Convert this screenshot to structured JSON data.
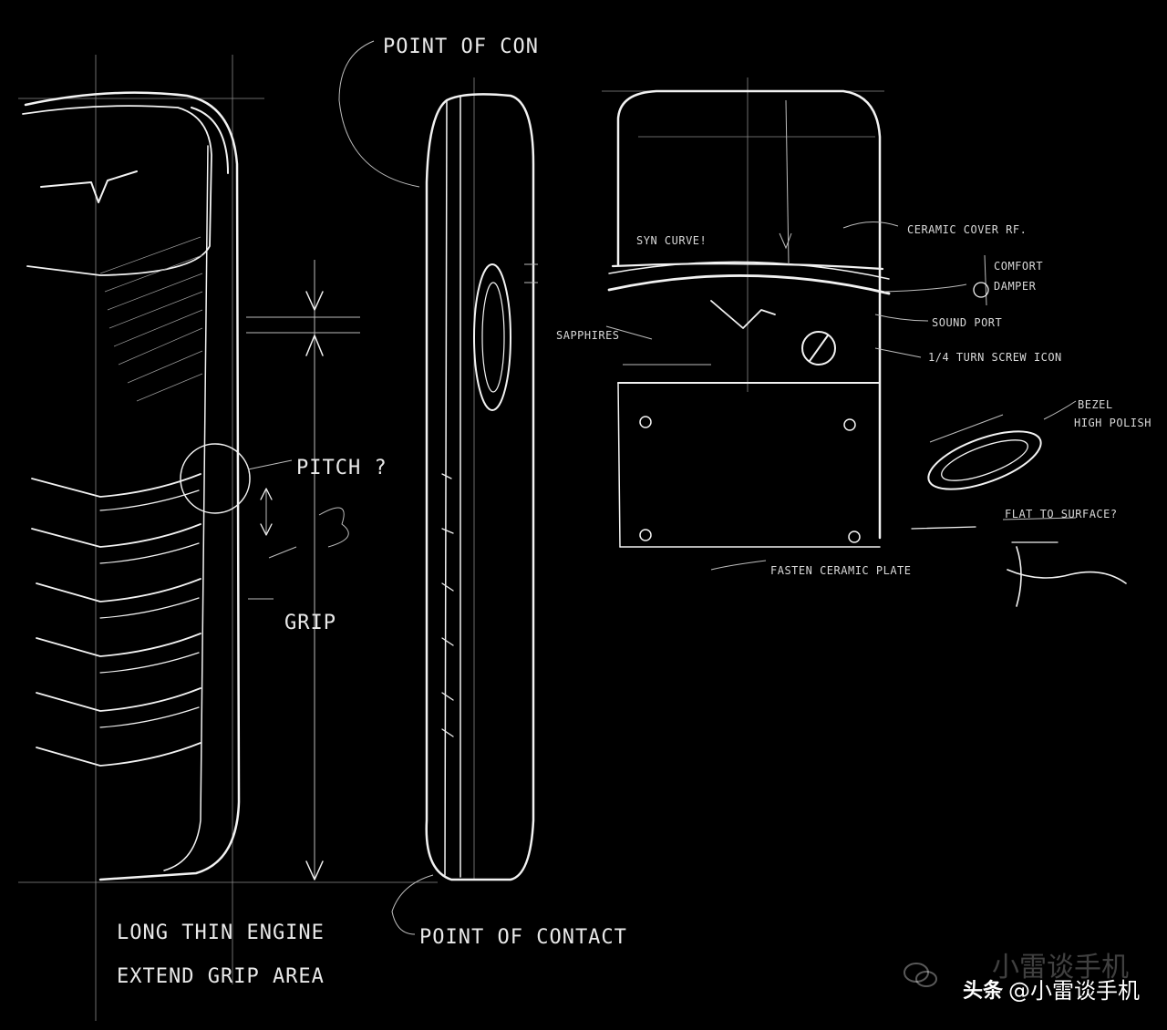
{
  "labels": {
    "point_of_contact_top": "POINT OF CON",
    "pitch": "PITCH ?",
    "grip": "GRIP",
    "long_thin_line_1": "LONG THIN ENGINE",
    "long_thin_line_2": "EXTEND GRIP AREA",
    "point_of_contact_bottom": "POINT OF CONTACT",
    "syn_curve": "SYN CURVE!",
    "ceramic_cover": "CERAMIC COVER RF.",
    "comfort_damper_1": "COMFORT",
    "comfort_damper_2": "DAMPER",
    "sound_port": "SOUND PORT",
    "sapphires": "SAPPHIRES",
    "quarter_turn": "1/4 TURN SCREW ICON",
    "bezel_1": "BEZEL",
    "bezel_2": "HIGH POLISH",
    "flat_to_surface": "FLAT TO SURFACE?",
    "fasten_ceramic_plate": "FASTEN CERAMIC PLATE"
  },
  "watermark": {
    "faded_text": "小雷谈手机",
    "logo": "头条",
    "handle": "@小雷谈手机"
  },
  "icons": [
    "wechat-icon",
    "screw-icon"
  ]
}
